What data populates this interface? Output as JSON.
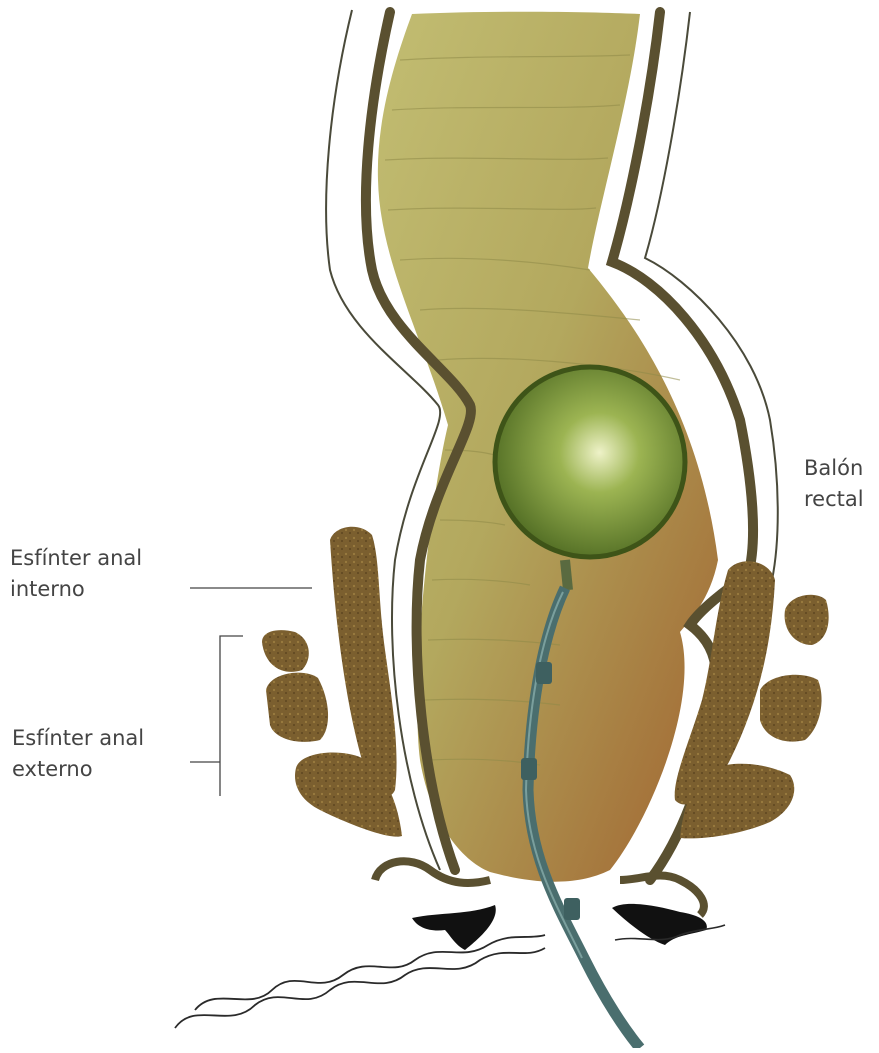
{
  "labels": {
    "internal_sphincter": [
      "Esfínter anal",
      "interno"
    ],
    "external_sphincter": [
      "Esfínter anal",
      "externo"
    ],
    "balloon": [
      "Balón",
      "rectal"
    ]
  },
  "colors": {
    "rectum_light": "#b8b468",
    "rectum_dark": "#a4683a",
    "wall": "#5a5030",
    "muscle": "#7a5e30",
    "balloon": "#7e9a3c",
    "catheter": "#4a6e6e",
    "line": "#444444"
  }
}
